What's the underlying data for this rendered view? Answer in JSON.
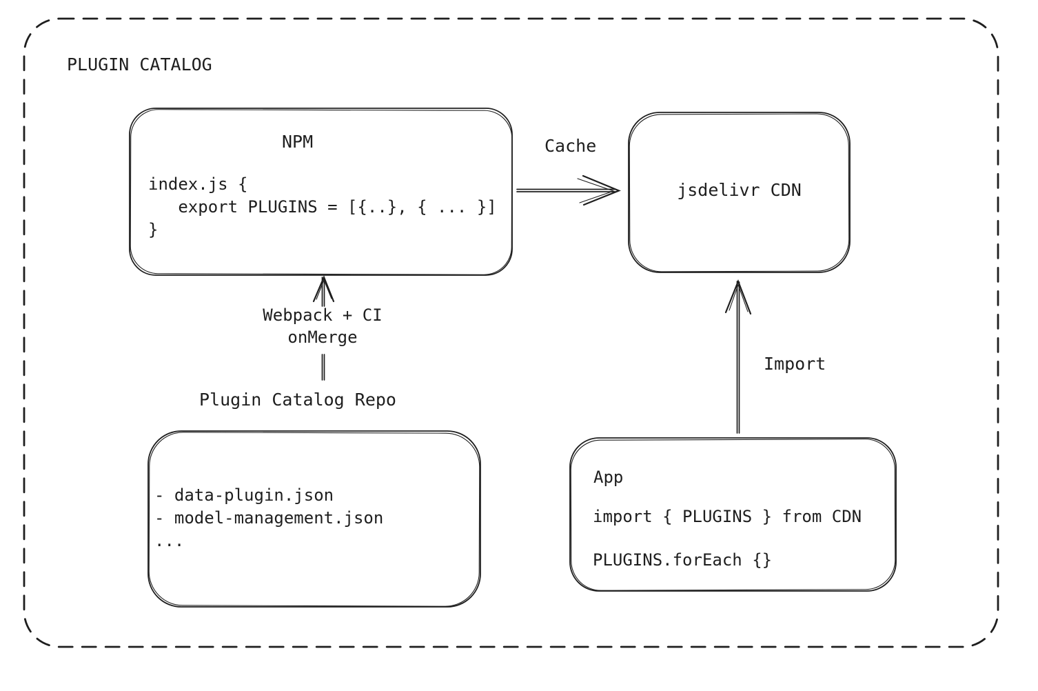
{
  "canvas": {
    "background": "#ffffff",
    "stroke_color": "#1e1e1e",
    "text_color": "#1e1e1e"
  },
  "title": "PLUGIN CATALOG",
  "npm_box": {
    "title": "NPM",
    "code": "index.js {\n   export PLUGINS = [{..}, { ... }]\n}"
  },
  "cdn_box": {
    "label": "jsdelivr CDN"
  },
  "repo_box": {
    "label": "Plugin Catalog Repo",
    "code": "- data-plugin.json\n- model-management.json\n..."
  },
  "app_box": {
    "title": "App",
    "import_line": "import { PLUGINS } from CDN",
    "foreach_line": "PLUGINS.forEach {}"
  },
  "arrows": {
    "cache": {
      "label": "Cache",
      "from": "NPM",
      "to": "jsdelivr CDN"
    },
    "webpack": {
      "label": "Webpack + CI",
      "sublabel": "onMerge",
      "from": "Plugin Catalog Repo",
      "to": "NPM"
    },
    "import": {
      "label": "Import",
      "from": "App",
      "to": "jsdelivr CDN"
    }
  }
}
